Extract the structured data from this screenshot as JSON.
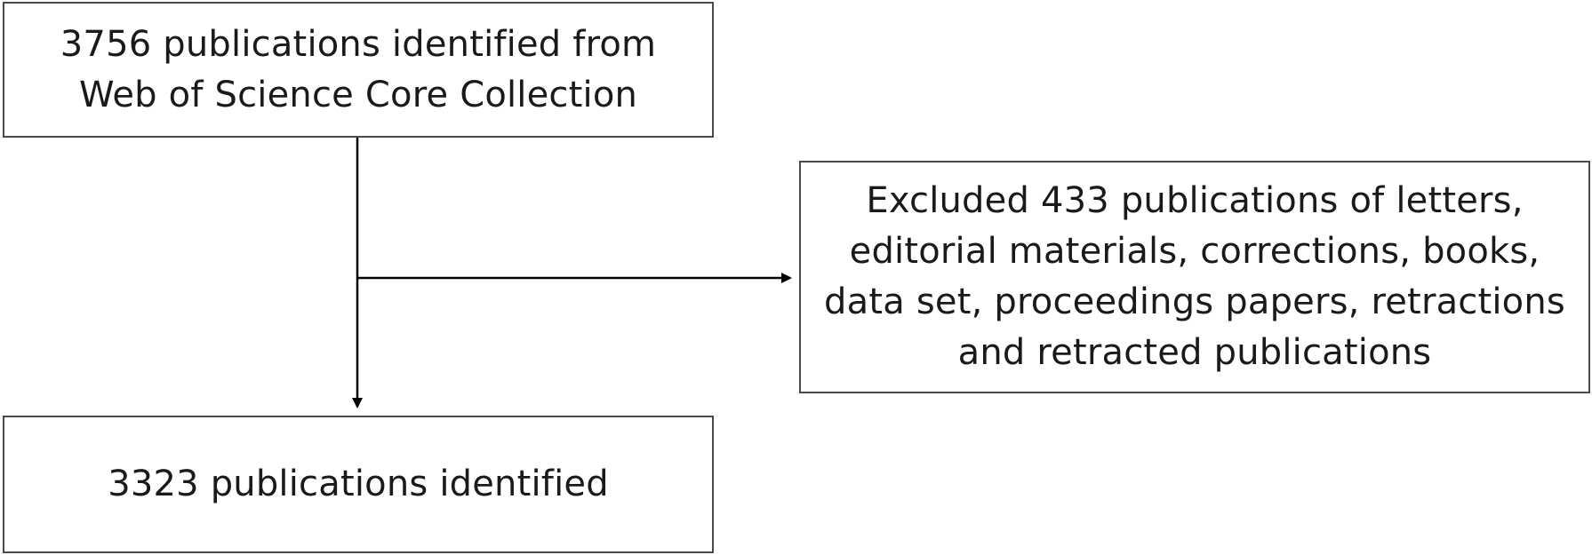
{
  "diagram": {
    "source_box": {
      "text": "3756 publications identified from\nWeb of Science Core Collection"
    },
    "excluded_box": {
      "text": "Excluded 433 publications of letters,\neditorial materials, corrections, books,\ndata set, proceedings papers, retractions\nand retracted publications"
    },
    "result_box": {
      "text": "3323 publications identified"
    },
    "colors": {
      "border": "#4a4a4a",
      "line": "#000000",
      "text": "#1a1a1a",
      "background": "#ffffff"
    }
  }
}
